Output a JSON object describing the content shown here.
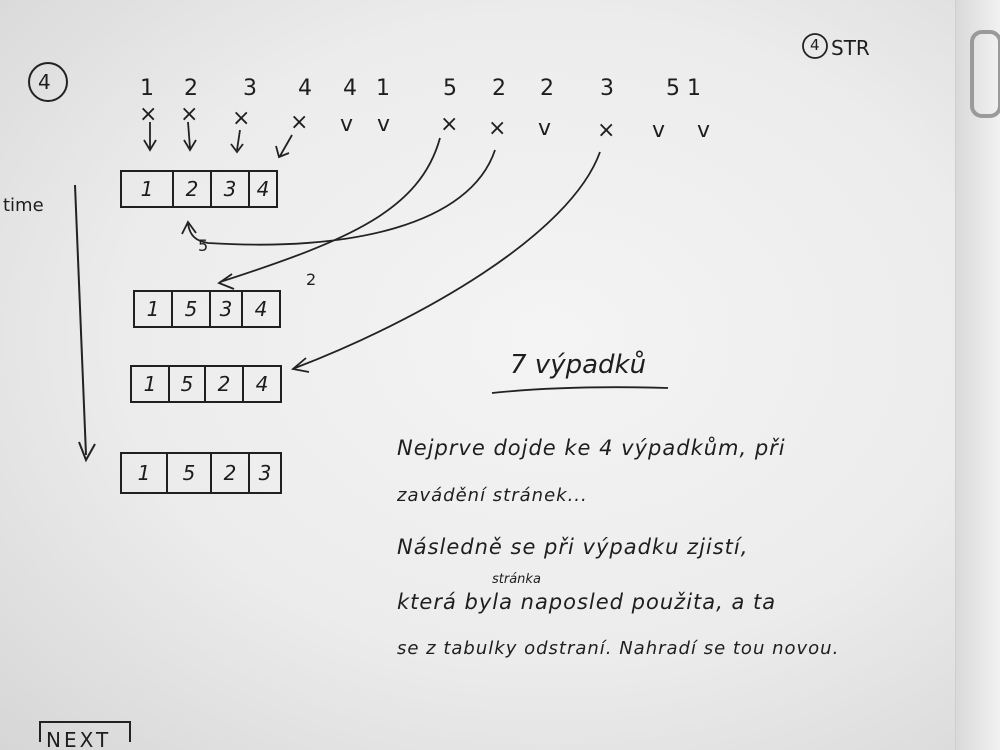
{
  "page": {
    "circled_number": "4",
    "header_tag": "4",
    "header_suffix": "STR",
    "time_label": "time",
    "sequence": [
      "1",
      "2",
      "3",
      "4",
      "4",
      "1",
      "5",
      "2",
      "2",
      "3",
      "5",
      "1"
    ],
    "marks": [
      "×",
      "×",
      "×",
      "×",
      "v",
      "v",
      "×",
      "×",
      "v",
      "×",
      "v",
      "v"
    ],
    "frames": [
      [
        "1",
        "2",
        "3",
        "4"
      ],
      [
        "1",
        "5",
        "3",
        "4"
      ],
      [
        "1",
        "5",
        "2",
        "4"
      ],
      [
        "1",
        "5",
        "2",
        "3"
      ]
    ],
    "arrow_labels": [
      "5",
      "2"
    ],
    "result_title": "7 výpadků",
    "note_lines": [
      "Nejprve dojde ke 4 výpadkům, při",
      "zavádění stránek...",
      "Následně se při výpadku zjistí,",
      "která byla naposled použita, a ta",
      "se z tabulky odstraní. Nahradí se tou novou."
    ],
    "note_insert": "stránka",
    "bottom_fragment": "NEXT"
  }
}
